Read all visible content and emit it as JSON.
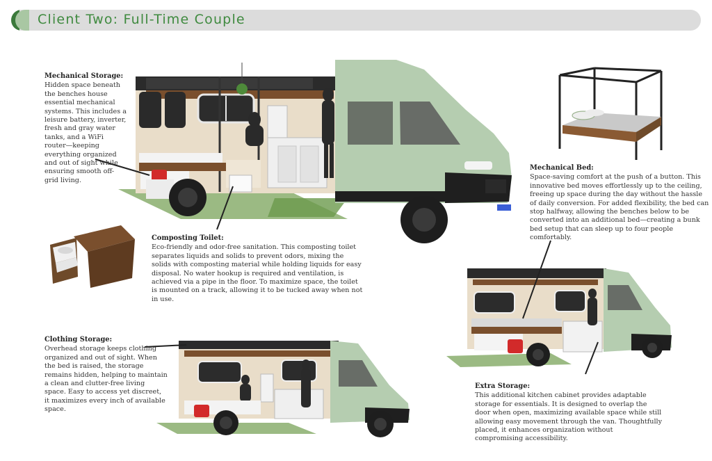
{
  "header": {
    "title": "Client Two: Full-Time Couple"
  },
  "sections": {
    "mechanical_storage": {
      "heading": "Mechanical Storage:",
      "body": "Hidden space beneath the benches house essential mechanical systems. This includes a leisure battery, inverter, fresh and gray water tanks, and a WiFi router—keeping everything organized and out of sight while ensuring smooth off-grid living."
    },
    "composting_toilet": {
      "heading": "Composting Toilet:",
      "body": "Eco-friendly and odor-free sanitation. This composting toilet separates liquids and solids to prevent odors, mixing the solids with composting material while holding liquids for easy disposal. No water hookup is required and ventilation, is achieved via a pipe in the floor. To maximize space, the toilet is mounted on a track, allowing it to be tucked away when not in use."
    },
    "mechanical_bed": {
      "heading": "Mechanical Bed:",
      "body": "Space-saving comfort at the push of a button. This innovative bed moves effortlessly up to the ceiling, freeing up space during the day without the hassle of daily conversion. For added flexibility, the bed can stop halfway, allowing the benches below to be converted into an additional bed—creating a bunk bed setup that can sleep up to four people comfortably."
    },
    "clothing_storage": {
      "heading": "Clothing Storage:",
      "body": "Overhead storage keeps clothing organized and out of sight. When the bed is raised, the storage remains hidden, helping to maintain a clean and clutter-free living space. Easy to access yet discreet, it maximizes every inch of available space."
    },
    "extra_storage": {
      "heading": "Extra Storage:",
      "body": "This additional kitchen cabinet provides adaptable storage for essentials. It is designed to overlap the door when open, maximizing available space while still allowing easy movement through the van. Thoughtfully placed, it enhances organization without compromising accessibility."
    }
  },
  "colors": {
    "banner": "#dcdcdc",
    "title": "#3f8a3f",
    "van_body": "#b5cdb0",
    "wood": "#6e4a2a",
    "tire": "#1e1e1e",
    "roof": "#2a2a2a"
  }
}
